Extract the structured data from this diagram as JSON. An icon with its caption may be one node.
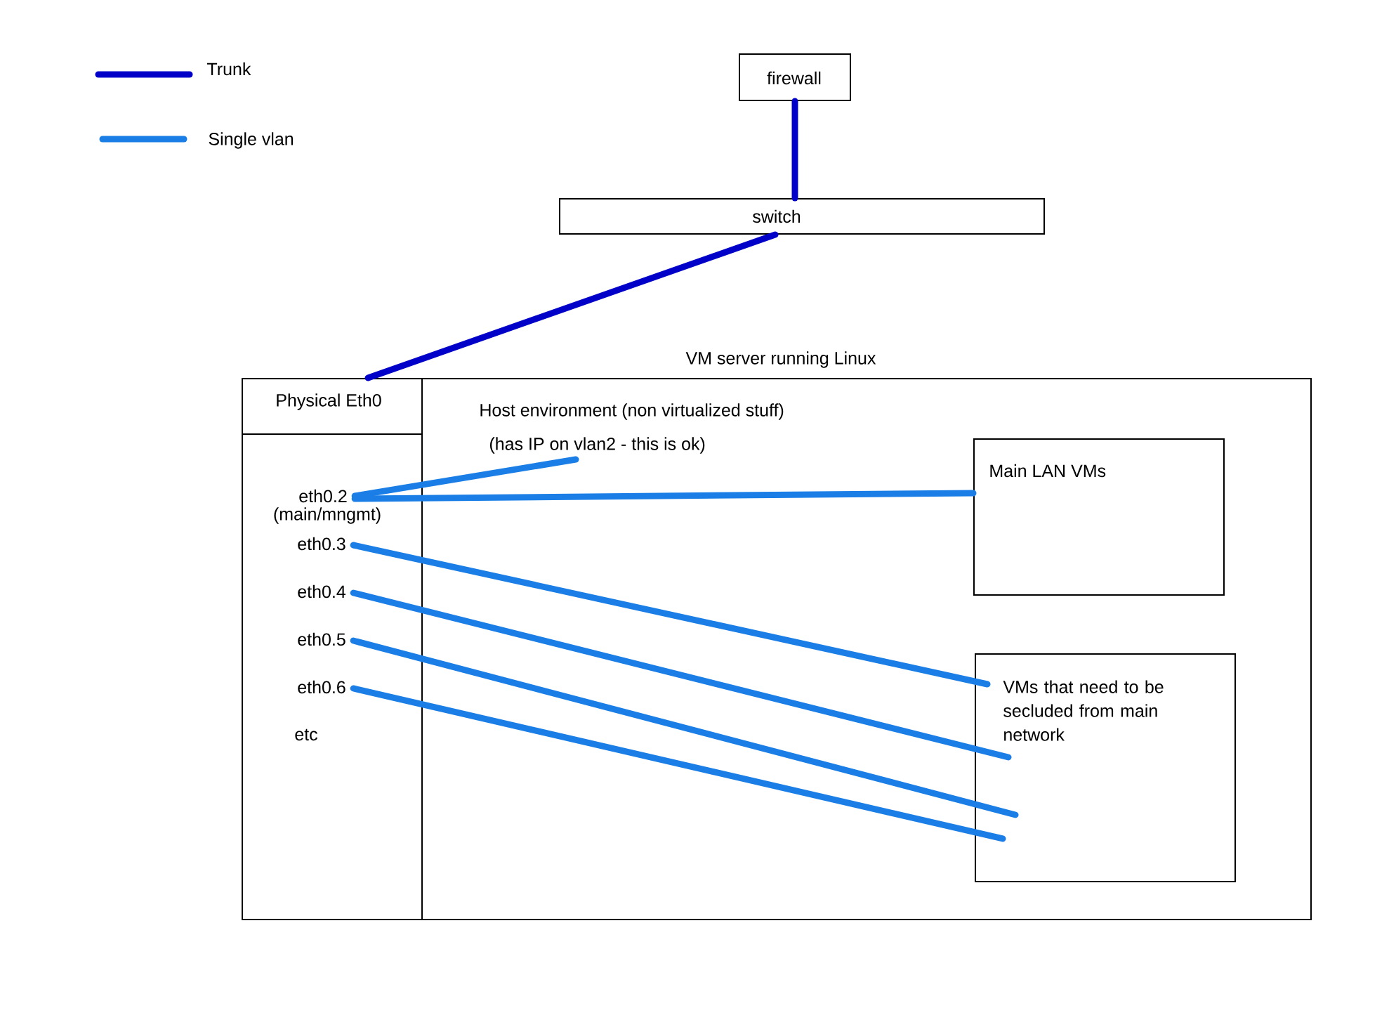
{
  "diagram": {
    "nodes": [
      {
        "text": [
          "firewall"
        ]
      },
      {
        "text": [
          "switch"
        ]
      },
      {
        "text": [
          "VM server running Linux"
        ]
      },
      {
        "text": [
          "Physical Eth0"
        ],
        "in": 2
      },
      {
        "text": [
          "eth0.2",
          "(main/mngmt)"
        ],
        "in": 3
      },
      {
        "text": [
          "eth0.3"
        ],
        "in": 3
      },
      {
        "text": [
          "eth0.4"
        ],
        "in": 3
      },
      {
        "text": [
          "eth0.5"
        ],
        "in": 3
      },
      {
        "text": [
          "eth0.6"
        ],
        "in": 3
      },
      {
        "text": [
          "Host environment (non virtualized stuff)",
          "(has IP on vlan2 - this is ok)"
        ],
        "in": 2
      },
      {
        "text": [
          "Main LAN VMs"
        ],
        "in": 2
      },
      {
        "text": [
          "VMs that need to be secluded from main network"
        ],
        "in": 2
      }
    ],
    "edges": [
      {
        "from": 0,
        "to": 1,
        "arrow": "none",
        "color": "#0000c8"
      },
      {
        "from": 1,
        "to": 3,
        "arrow": "none",
        "color": "#0000c8"
      },
      {
        "from": 4,
        "to": 9,
        "arrow": "none"
      },
      {
        "from": 4,
        "to": 10,
        "arrow": "none"
      },
      {
        "from": 5,
        "to": 11,
        "arrow": "none"
      },
      {
        "from": 6,
        "to": 11,
        "arrow": "none"
      },
      {
        "from": 7,
        "to": 11,
        "arrow": "none"
      },
      {
        "from": 8,
        "to": 11,
        "arrow": "none"
      }
    ],
    "labels": [
      "etc"
    ],
    "legend": [
      {
        "text": "Trunk"
      },
      {
        "text": "Single vlan"
      }
    ]
  }
}
